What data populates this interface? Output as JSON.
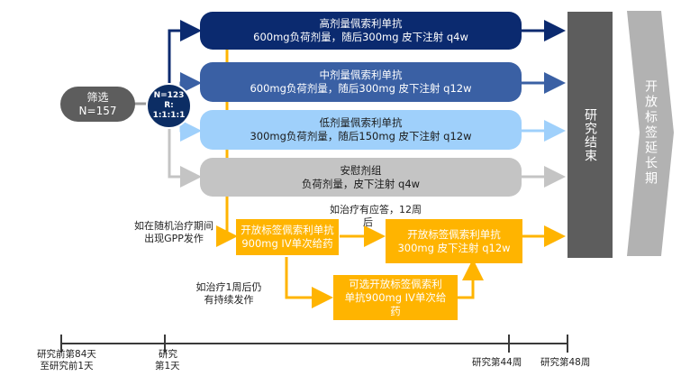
{
  "screening": {
    "line1": "筛选",
    "line2": "N=157"
  },
  "randomization": {
    "line1": "N=123",
    "line2": "R:",
    "line3": "1:1:1:1"
  },
  "arms": [
    {
      "line1": "高剂量佩索利单抗",
      "line2": "600mg负荷剂量，随后300mg 皮下注射 q4w",
      "color": "#0b2a6f"
    },
    {
      "line1": "中剂量佩索利单抗",
      "line2": "600mg负荷剂量，随后300mg 皮下注射 q12w",
      "color": "#3a60a4"
    },
    {
      "line1": "低剂量佩索利单抗",
      "line2": "300mg负荷剂量，随后150mg 皮下注射 q12w",
      "color": "#9fd0fb"
    },
    {
      "line1": "安慰剂组",
      "line2": "负荷剂量，皮下注射 q4w",
      "color": "#c4c4c4"
    }
  ],
  "open_label": {
    "box1": {
      "line1": "开放标签佩索利单抗",
      "line2": "900mg IV单次给药"
    },
    "box2": {
      "line1": "开放标签佩索利单抗",
      "line2": "300mg 皮下注射 q12w"
    },
    "box3": {
      "line1": "可选开放标签佩索利",
      "line2": "单抗900mg IV单次给",
      "line3": "药"
    }
  },
  "labels": {
    "flare": {
      "line1": "如在随机治疗期间",
      "line2": "出现GPP发作"
    },
    "response": {
      "line1": "如治疗有应答，12周",
      "line2": "后"
    },
    "persistent": {
      "line1": "如治疗1周后仍",
      "line2": "有持续发作"
    }
  },
  "study_end": "研究结束",
  "extension": "开放标签延长期",
  "timeline": {
    "t1": {
      "line1": "研究前第84天",
      "line2": "至研究前1天"
    },
    "t2": {
      "line1": "研究",
      "line2": "第1天"
    },
    "t3": "研究第44周",
    "t4": "研究第48周"
  }
}
